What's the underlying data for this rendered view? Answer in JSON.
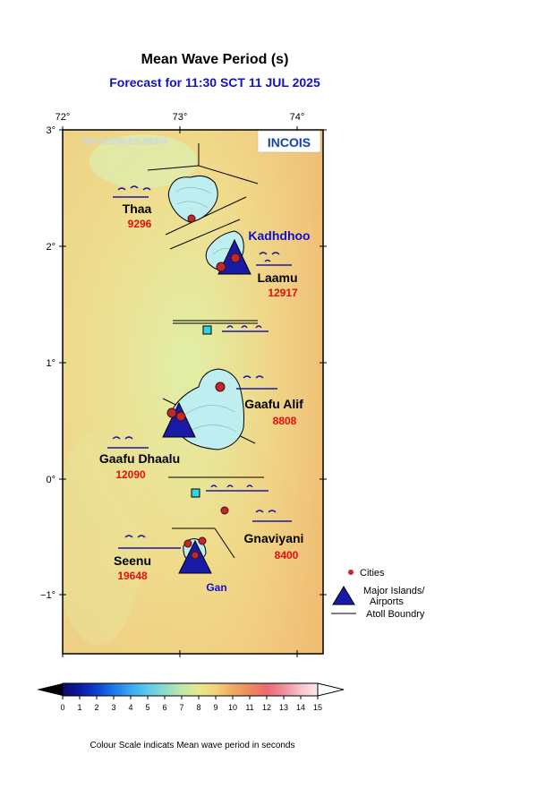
{
  "title": "Mean Wave Period (s)",
  "subtitle": "Forecast for  11:30 SCT 11 JUL 2025",
  "watermark": "INCOIS/MoES,INDIA",
  "logo_text": "INCOIS",
  "axes": {
    "lon_ticks": [
      "72°",
      "73°",
      "74°"
    ],
    "lat_ticks": [
      "3°",
      "2°",
      "1°",
      "0°",
      "−1°"
    ]
  },
  "atolls": [
    {
      "name": "Thaa",
      "value": "9296"
    },
    {
      "name": "Laamu",
      "value": "12917"
    },
    {
      "name": "Gaafu Alif",
      "value": "8808"
    },
    {
      "name": "Gaafu Dhaalu",
      "value": "12090"
    },
    {
      "name": "Gnaviyani",
      "value": "8400"
    },
    {
      "name": "Seenu",
      "value": "19648"
    }
  ],
  "airports": [
    "Kadhdhoo",
    "Gan"
  ],
  "legend": {
    "cities": "Cities",
    "major_islands_line1": "Major Islands/",
    "major_islands_line2": "Airports",
    "atoll_boundary": "Atoll Boundry"
  },
  "colorbar": {
    "ticks": [
      "0",
      "1",
      "2",
      "3",
      "4",
      "5",
      "6",
      "7",
      "8",
      "9",
      "10",
      "11",
      "12",
      "13",
      "14",
      "15"
    ],
    "min": 0,
    "max": 15,
    "colors": [
      "#0a0a70",
      "#0b1aa0",
      "#1040d0",
      "#1e78e8",
      "#38a8f0",
      "#5ccbe8",
      "#8adcc8",
      "#bde8a6",
      "#e6e88c",
      "#f4d27a",
      "#f0aa60",
      "#ec8a60",
      "#ec6a70",
      "#f08e9c",
      "#f6c4cc",
      "#fbe8ec"
    ]
  },
  "footnote": "Colour Scale indicats Mean wave period in seconds",
  "colors": {
    "city": "#c0282a",
    "airport": "#1a1aa8",
    "value_text": "#e01010",
    "airport_text": "#1010d0"
  }
}
